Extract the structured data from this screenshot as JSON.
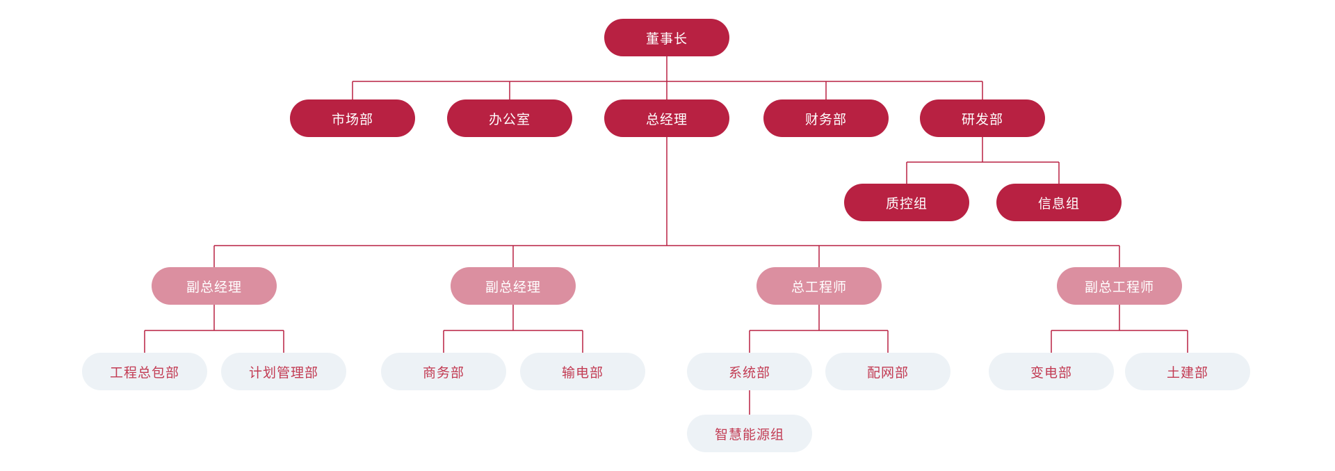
{
  "colors": {
    "primary": "#B82142",
    "secondary": "#DB8FA0",
    "tertiary_bg": "#EDF2F6",
    "tertiary_text": "#C23B53",
    "line": "#B82142",
    "background": "#FFFFFF",
    "text_on_fill": "#FFFFFF"
  },
  "org_chart": {
    "type": "org-chart",
    "nodes": [
      {
        "id": "chairman",
        "label": "董事长",
        "variant": "primary",
        "parent": null
      },
      {
        "id": "marketing-dept",
        "label": "市场部",
        "variant": "primary",
        "parent": "chairman"
      },
      {
        "id": "office",
        "label": "办公室",
        "variant": "primary",
        "parent": "chairman"
      },
      {
        "id": "general-manager",
        "label": "总经理",
        "variant": "primary",
        "parent": "chairman"
      },
      {
        "id": "finance-dept",
        "label": "财务部",
        "variant": "primary",
        "parent": "chairman"
      },
      {
        "id": "rd-dept",
        "label": "研发部",
        "variant": "primary",
        "parent": "chairman"
      },
      {
        "id": "qc-group",
        "label": "质控组",
        "variant": "primary",
        "parent": "rd-dept"
      },
      {
        "id": "info-group",
        "label": "信息组",
        "variant": "primary",
        "parent": "rd-dept"
      },
      {
        "id": "deputy-gm-1",
        "label": "副总经理",
        "variant": "secondary",
        "parent": "general-manager"
      },
      {
        "id": "deputy-gm-2",
        "label": "副总经理",
        "variant": "secondary",
        "parent": "general-manager"
      },
      {
        "id": "chief-engineer",
        "label": "总工程师",
        "variant": "secondary",
        "parent": "general-manager"
      },
      {
        "id": "deputy-chief-engineer",
        "label": "副总工程师",
        "variant": "secondary",
        "parent": "general-manager"
      },
      {
        "id": "epc-dept",
        "label": "工程总包部",
        "variant": "tertiary",
        "parent": "deputy-gm-1"
      },
      {
        "id": "planning-dept",
        "label": "计划管理部",
        "variant": "tertiary",
        "parent": "deputy-gm-1"
      },
      {
        "id": "business-dept",
        "label": "商务部",
        "variant": "tertiary",
        "parent": "deputy-gm-2"
      },
      {
        "id": "transmission-dept",
        "label": "输电部",
        "variant": "tertiary",
        "parent": "deputy-gm-2"
      },
      {
        "id": "system-dept",
        "label": "系统部",
        "variant": "tertiary",
        "parent": "chief-engineer"
      },
      {
        "id": "distribution-dept",
        "label": "配网部",
        "variant": "tertiary",
        "parent": "chief-engineer"
      },
      {
        "id": "substation-dept",
        "label": "变电部",
        "variant": "tertiary",
        "parent": "deputy-chief-engineer"
      },
      {
        "id": "civil-dept",
        "label": "土建部",
        "variant": "tertiary",
        "parent": "deputy-chief-engineer"
      },
      {
        "id": "smart-energy-group",
        "label": "智慧能源组",
        "variant": "tertiary",
        "parent": "system-dept"
      }
    ]
  }
}
